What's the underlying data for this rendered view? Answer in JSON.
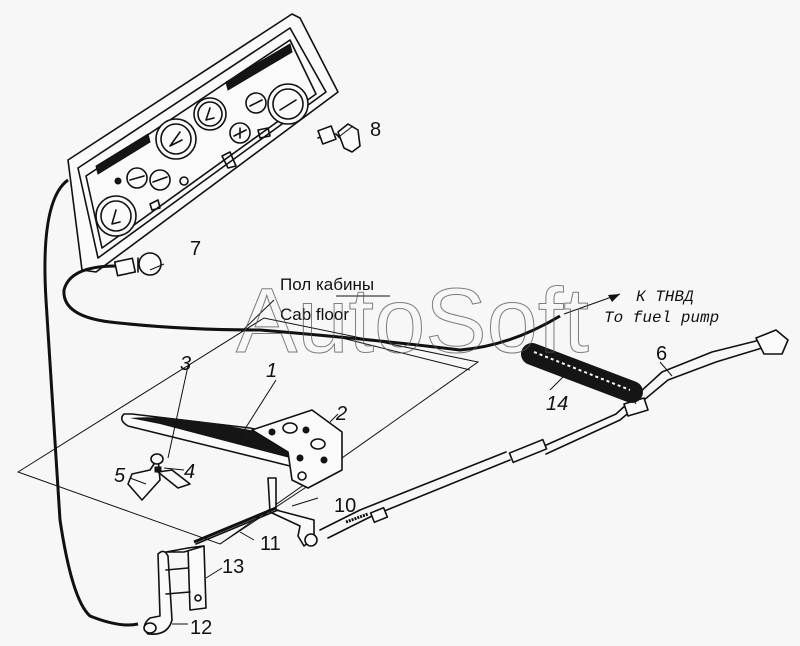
{
  "diagram": {
    "title": "Accelerator pedal linkage",
    "watermark": "AutoSoft",
    "annotations": {
      "cab_floor_ru": "Пол кабины",
      "cab_floor_en": "Cab floor",
      "fuel_pump_ru": "К ТНВД",
      "fuel_pump_en": "To fuel pump"
    },
    "callouts": [
      {
        "id": "1",
        "part": "pedal"
      },
      {
        "id": "2",
        "part": "pedal-bracket"
      },
      {
        "id": "3",
        "part": "stop-bolt"
      },
      {
        "id": "4",
        "part": "nut"
      },
      {
        "id": "5",
        "part": "stop-bracket"
      },
      {
        "id": "6",
        "part": "fuel-pump-rod"
      },
      {
        "id": "7",
        "part": "hand-throttle-knob"
      },
      {
        "id": "8",
        "part": "engine-stop-knob"
      },
      {
        "id": "10",
        "part": "lever"
      },
      {
        "id": "11",
        "part": "shaft"
      },
      {
        "id": "12",
        "part": "lever"
      },
      {
        "id": "13",
        "part": "shaft-bracket"
      },
      {
        "id": "14",
        "part": "return-spring"
      }
    ]
  }
}
